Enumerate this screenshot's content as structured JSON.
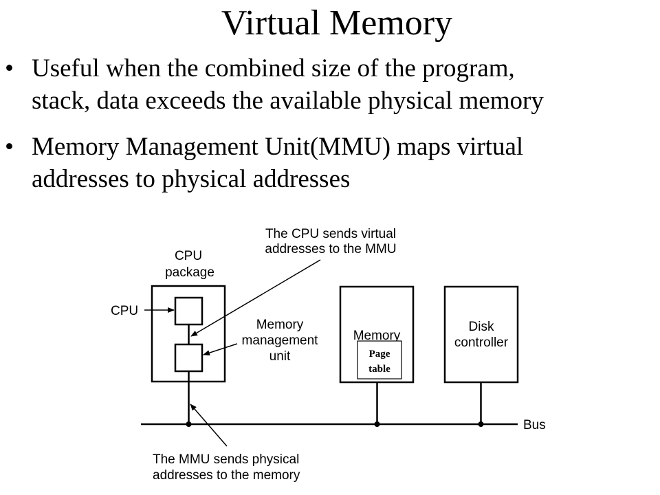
{
  "slide": {
    "title": "Virtual Memory",
    "bullets": [
      {
        "line1": "Useful when the combined size of the program,",
        "line2": "stack, data exceeds the available physical memory"
      },
      {
        "line1": "Memory Management Unit(MMU) maps virtual",
        "line2": "addresses to physical addresses"
      }
    ],
    "bullet_glyph": "•"
  },
  "diagram": {
    "cpu_package_label": [
      "CPU",
      "package"
    ],
    "cpu_label": "CPU",
    "mmu_label": [
      "Memory",
      "management",
      "unit"
    ],
    "memory_label": "Memory",
    "page_table_label": [
      "Page",
      "table"
    ],
    "disk_controller_label": [
      "Disk",
      "controller"
    ],
    "bus_label": "Bus",
    "annotation_top": [
      "The CPU sends virtual",
      "addresses to the MMU"
    ],
    "annotation_bottom": [
      "The MMU sends physical",
      "addresses to the memory"
    ]
  }
}
